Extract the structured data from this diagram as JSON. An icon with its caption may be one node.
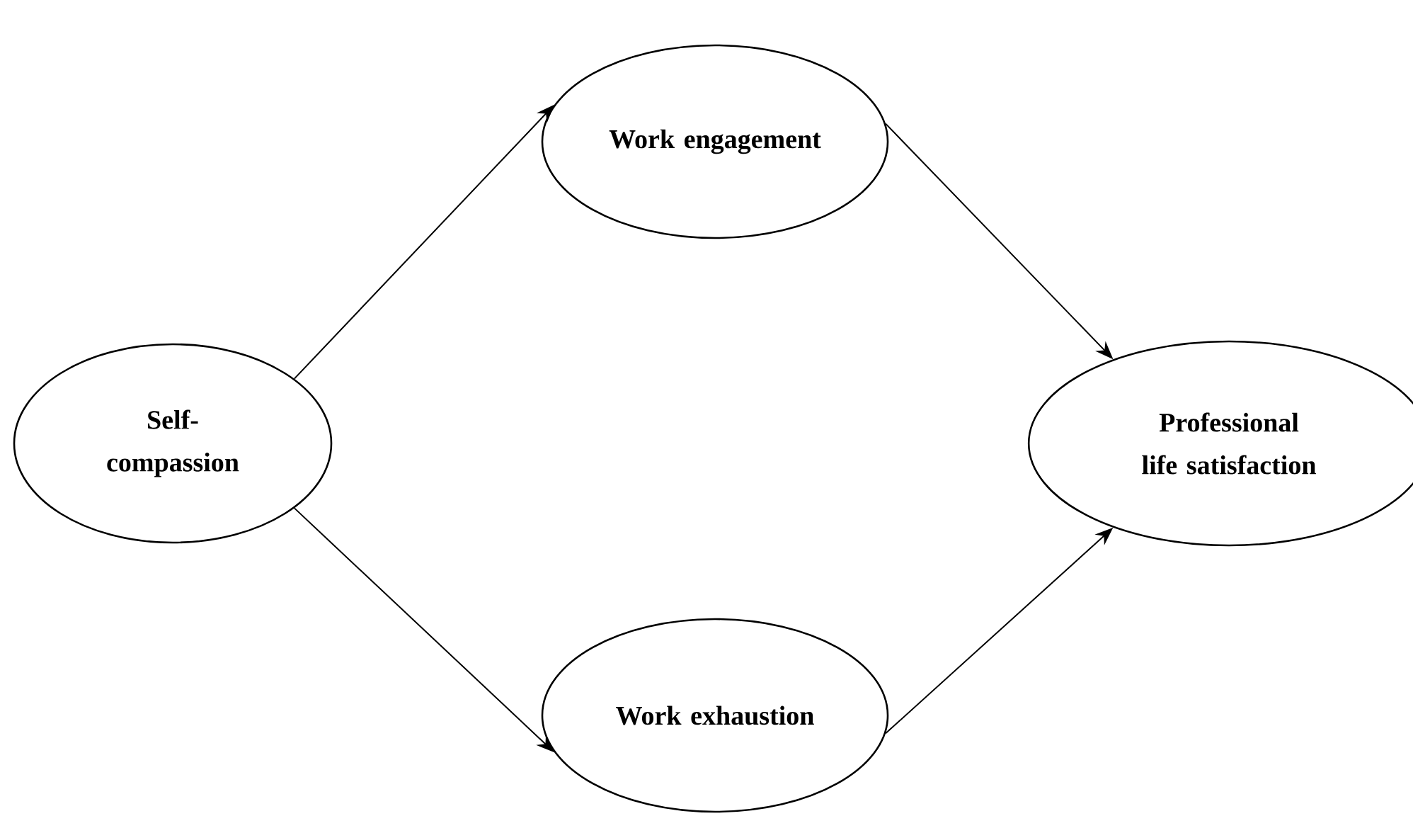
{
  "diagram": {
    "nodes": [
      {
        "text": [
          "Self- compassion"
        ]
      },
      {
        "text": [
          "Work engagement"
        ]
      },
      {
        "text": [
          "Professional life satisfaction"
        ]
      },
      {
        "text": [
          "Work exhaustion"
        ]
      }
    ],
    "edges": [
      {
        "from": 0,
        "to": 1,
        "arrow": "to"
      },
      {
        "from": 1,
        "to": 2,
        "arrow": "to"
      },
      {
        "from": 0,
        "to": 3,
        "arrow": "to"
      },
      {
        "from": 3,
        "to": 2,
        "arrow": "to"
      }
    ]
  }
}
